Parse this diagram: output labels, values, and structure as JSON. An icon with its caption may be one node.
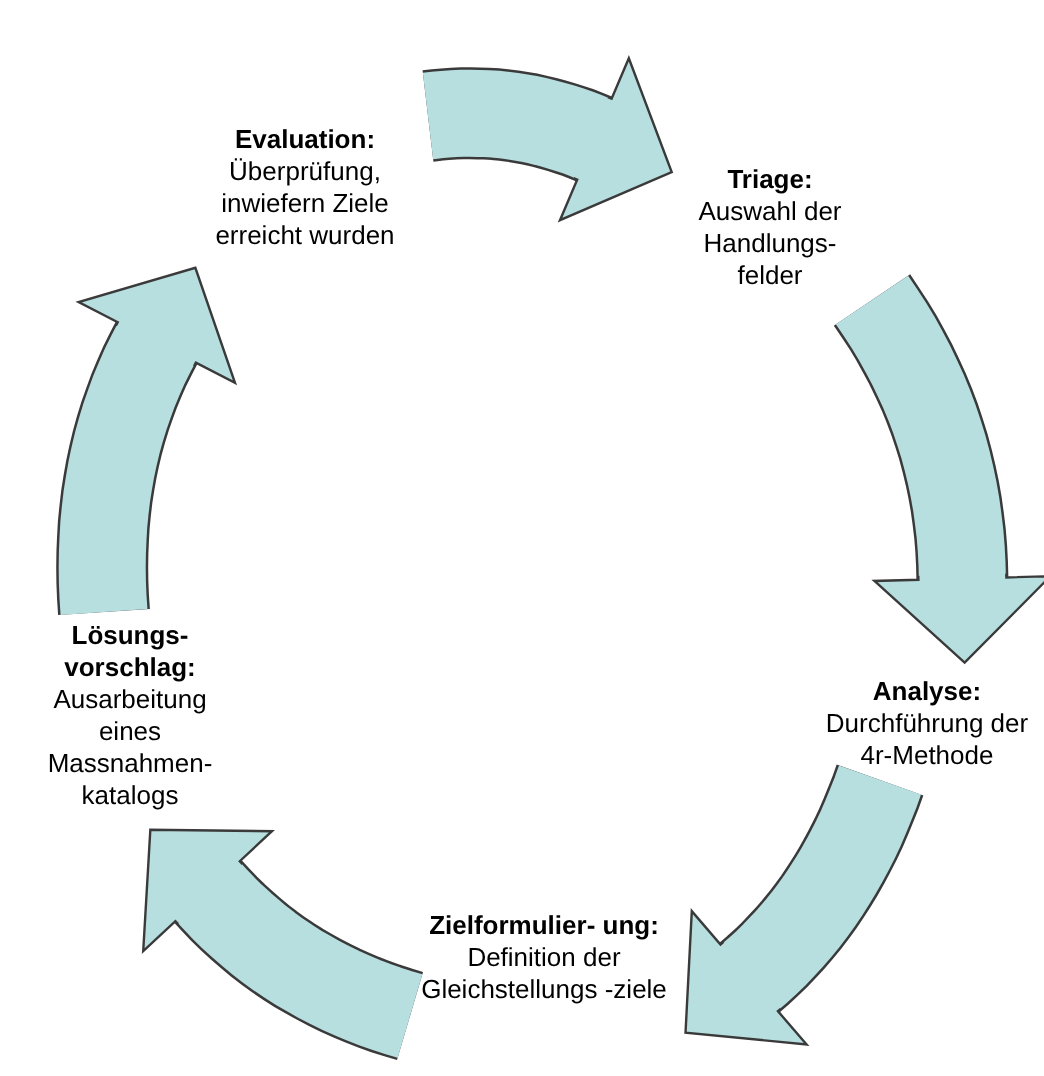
{
  "diagram": {
    "nodes": [
      {
        "text": [
          "Evaluation:",
          "Überprüfung, inwiefern Ziele erreicht wurden"
        ]
      },
      {
        "text": [
          "Triage:",
          "Auswahl der Handlungs- felder"
        ]
      },
      {
        "text": [
          "Analyse:",
          "Durchführung der 4r-Methode"
        ]
      },
      {
        "text": [
          "Zielformulier- ung:",
          "Definition der Gleichstellungs -ziele"
        ]
      },
      {
        "text": [
          "Lösungs- vorschlag:",
          "Ausarbeitung eines Massnahmen- katalogs"
        ]
      }
    ],
    "edges": [
      {
        "from": 0,
        "to": 1,
        "arrow": "to"
      },
      {
        "from": 1,
        "to": 2,
        "arrow": "to"
      },
      {
        "from": 2,
        "to": 3,
        "arrow": "to"
      },
      {
        "from": 3,
        "to": 4,
        "arrow": "to"
      },
      {
        "from": 4,
        "to": 0,
        "arrow": "to"
      }
    ]
  }
}
